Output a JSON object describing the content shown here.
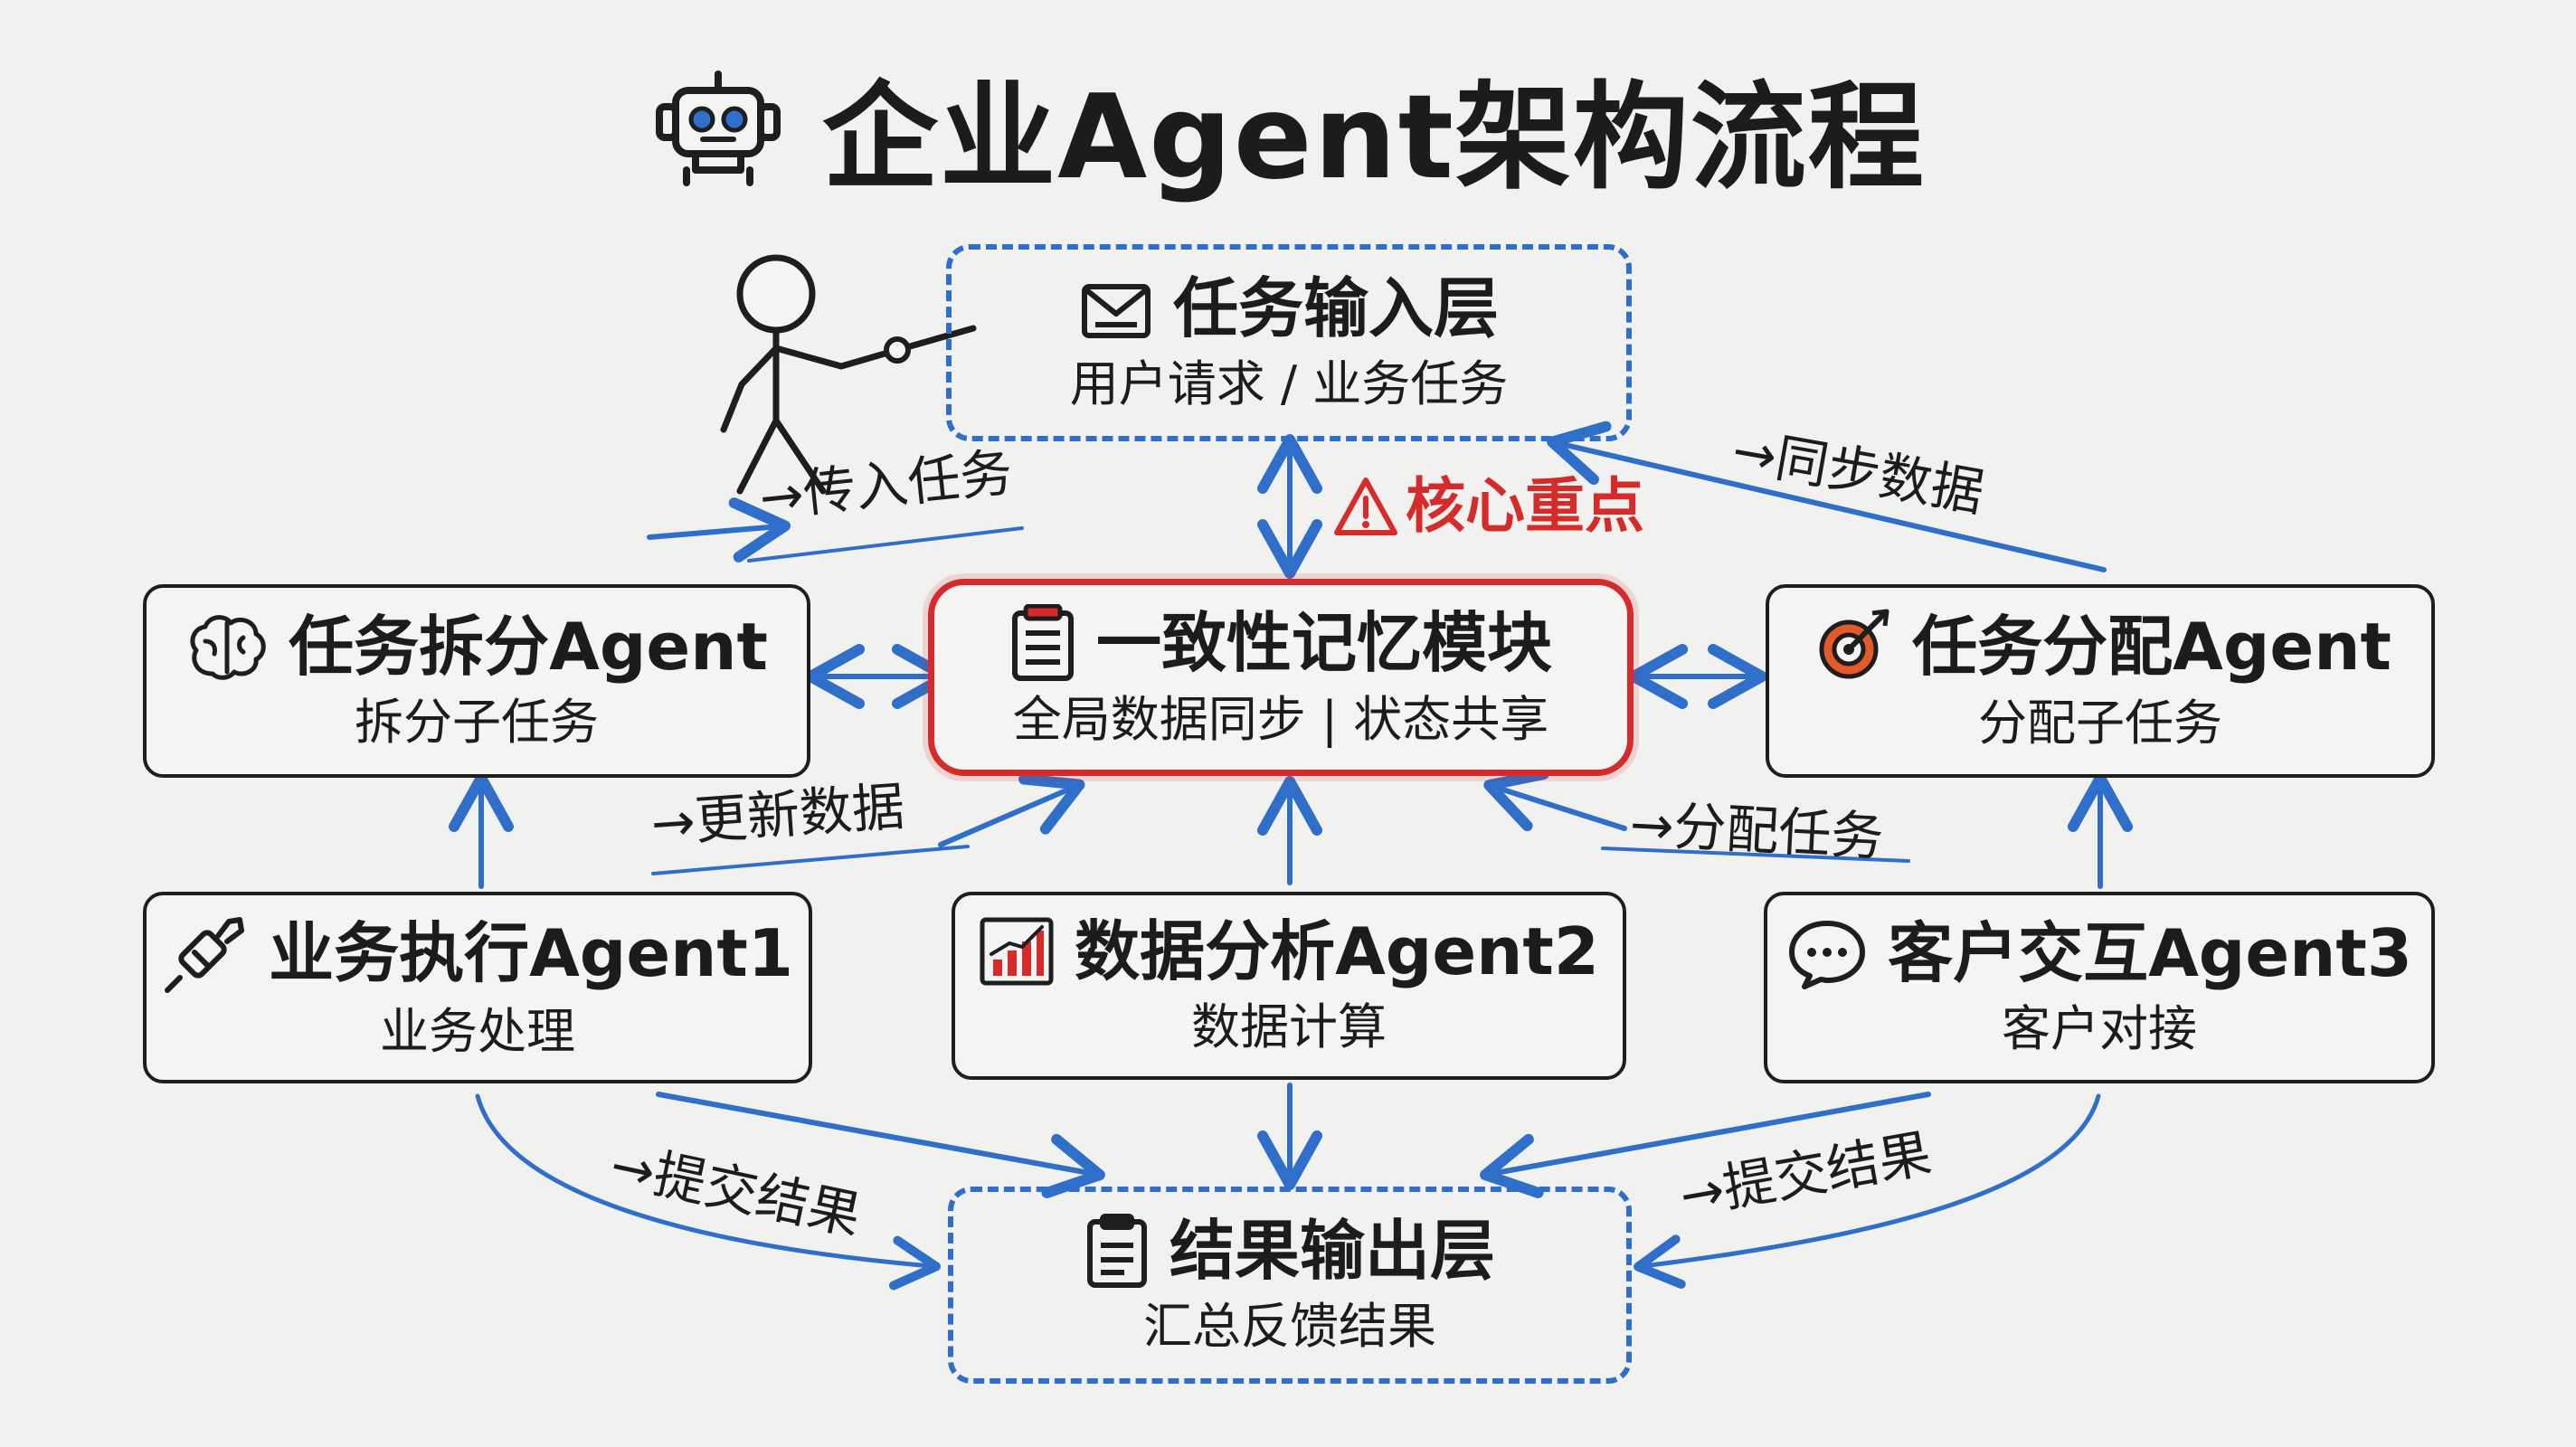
{
  "title": "企业Agent架构流程",
  "nodes": {
    "input": {
      "title": "任务输入层",
      "subtitle": "用户请求 / 业务任务"
    },
    "core": {
      "title": "一致性记忆模块",
      "subtitle": "全局数据同步 | 状态共享"
    },
    "split": {
      "title": "任务拆分Agent",
      "subtitle": "拆分子任务"
    },
    "assign": {
      "title": "任务分配Agent",
      "subtitle": "分配子任务"
    },
    "exec": {
      "title": "业务执行Agent1",
      "subtitle": "业务处理"
    },
    "analysis": {
      "title": "数据分析Agent2",
      "subtitle": "数据计算"
    },
    "customer": {
      "title": "客户交互Agent3",
      "subtitle": "客户对接"
    },
    "output": {
      "title": "结果输出层",
      "subtitle": "汇总反馈结果"
    }
  },
  "labels": {
    "pass_task": "→传入任务",
    "core_focus": "核心重点",
    "sync_data": "→同步数据",
    "update_data": "→更新数据",
    "assign_task": "→分配任务",
    "submit_left": "→提交结果",
    "submit_right": "→提交结果"
  },
  "colors": {
    "arrow": "#2f6fc9",
    "core": "#d62b2b",
    "ink": "#1e1e1e",
    "background": "#f1f1ef"
  },
  "icons": {
    "title": "robot-icon",
    "input": "envelope-icon",
    "core": "clipboard-icon",
    "split": "brain-icon",
    "assign": "target-icon",
    "exec": "wrench-icon",
    "analysis": "bar-chart-icon",
    "customer": "chat-bubble-icon",
    "output": "document-icon",
    "warning": "warning-icon",
    "figure": "presenter-figure"
  }
}
